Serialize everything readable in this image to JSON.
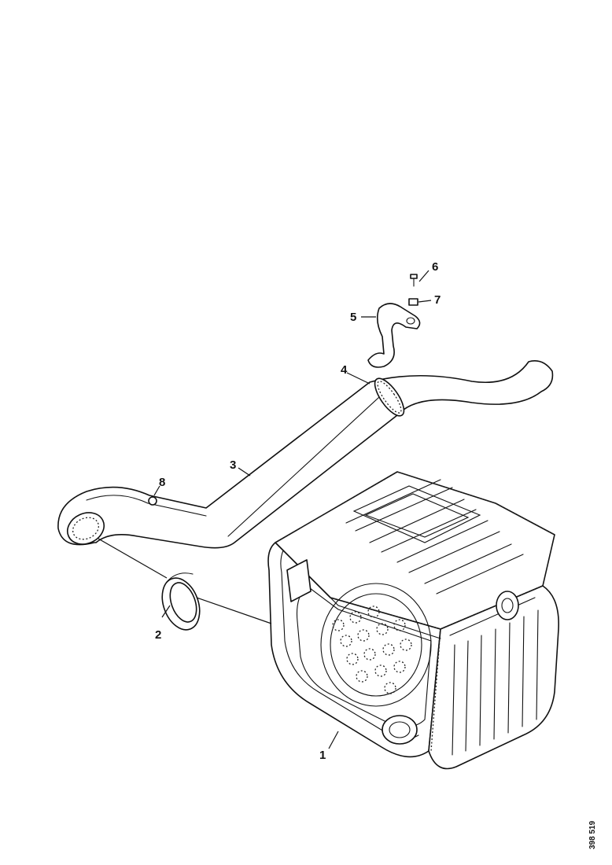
{
  "diagram": {
    "callouts": {
      "muffler": "1",
      "clamp_band": "2",
      "exhaust_pipe": "3",
      "pipe_clamp": "4",
      "bracket": "5",
      "bolt": "6",
      "nut": "7",
      "pipe_nut": "8"
    },
    "reference_code": "398 519"
  }
}
